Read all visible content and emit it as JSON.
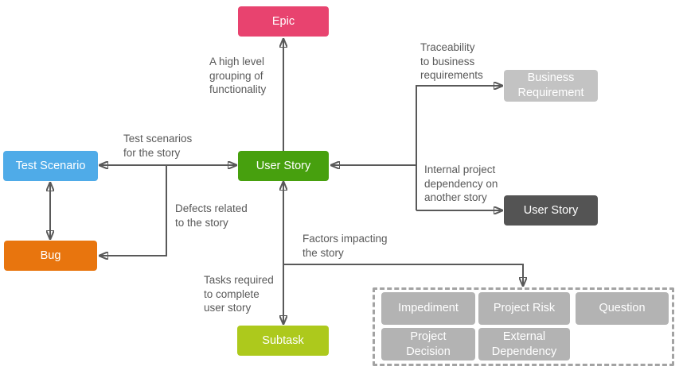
{
  "nodes": {
    "epic": {
      "label": "Epic",
      "color": "#e8436f"
    },
    "test_scenario": {
      "label": "Test Scenario",
      "color": "#4fabe8"
    },
    "user_story": {
      "label": "User Story",
      "color": "#47a00e"
    },
    "bug": {
      "label": "Bug",
      "color": "#e8750e"
    },
    "subtask": {
      "label": "Subtask",
      "color": "#adc91c"
    },
    "business_requirement": {
      "label": "Business\nRequirement",
      "color": "#c3c3c3"
    },
    "user_story_related": {
      "label": "User Story",
      "color": "#545454"
    },
    "impediment": {
      "label": "Impediment",
      "color": "#b3b3b3"
    },
    "project_risk": {
      "label": "Project Risk",
      "color": "#b3b3b3"
    },
    "question": {
      "label": "Question",
      "color": "#b3b3b3"
    },
    "project_decision": {
      "label": "Project\nDecision",
      "color": "#b3b3b3"
    },
    "external_dependency": {
      "label": "External\nDependency",
      "color": "#b3b3b3"
    }
  },
  "edge_labels": {
    "grouping": "A high level\ngrouping of\nfunctionality",
    "traceability": "Traceability\nto business\nrequirements",
    "test_scenarios": "Test scenarios\nfor  the story",
    "defects": "Defects related\nto the story",
    "internal_dependency": "Internal project\ndependency on\nanother story",
    "factors": "Factors impacting\nthe story",
    "tasks": "Tasks required\nto complete\nuser story"
  },
  "colors": {
    "connector": "#595959",
    "label_text": "#595959",
    "cluster_border": "#a3a3a3"
  }
}
